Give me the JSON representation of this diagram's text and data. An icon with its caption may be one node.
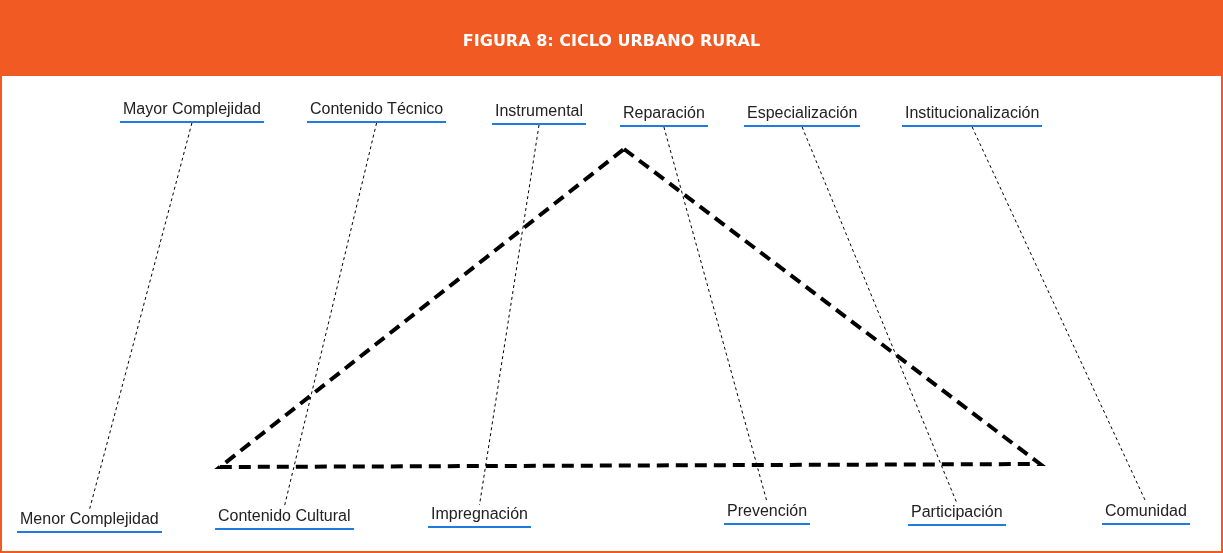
{
  "diagram": {
    "title": "FIGURA 8: CICLO URBANO RURAL",
    "nodes": [
      {
        "text": [
          "Mayor Complejidad"
        ]
      },
      {
        "text": [
          "Contenido Técnico"
        ]
      },
      {
        "text": [
          "Instrumental"
        ]
      },
      {
        "text": [
          "Reparación"
        ]
      },
      {
        "text": [
          "Especialización"
        ]
      },
      {
        "text": [
          "Institucionalización"
        ]
      },
      {
        "text": [
          "Menor Complejidad"
        ]
      },
      {
        "text": [
          "Contenido Cultural"
        ]
      },
      {
        "text": [
          "Impregnación"
        ]
      },
      {
        "text": [
          "Prevención"
        ]
      },
      {
        "text": [
          "Participación"
        ]
      },
      {
        "text": [
          "Comunidad"
        ]
      }
    ],
    "edges": [
      {
        "from": 0,
        "to": 6,
        "arrow": "none",
        "style": "dashed"
      },
      {
        "from": 1,
        "to": 7,
        "arrow": "none",
        "style": "dashed"
      },
      {
        "from": 2,
        "to": 8,
        "arrow": "none",
        "style": "dashed"
      },
      {
        "from": 3,
        "to": 9,
        "arrow": "none",
        "style": "dashed"
      },
      {
        "from": 4,
        "to": 10,
        "arrow": "none",
        "style": "dashed"
      },
      {
        "from": 5,
        "to": 11,
        "arrow": "none",
        "style": "dashed"
      }
    ]
  }
}
